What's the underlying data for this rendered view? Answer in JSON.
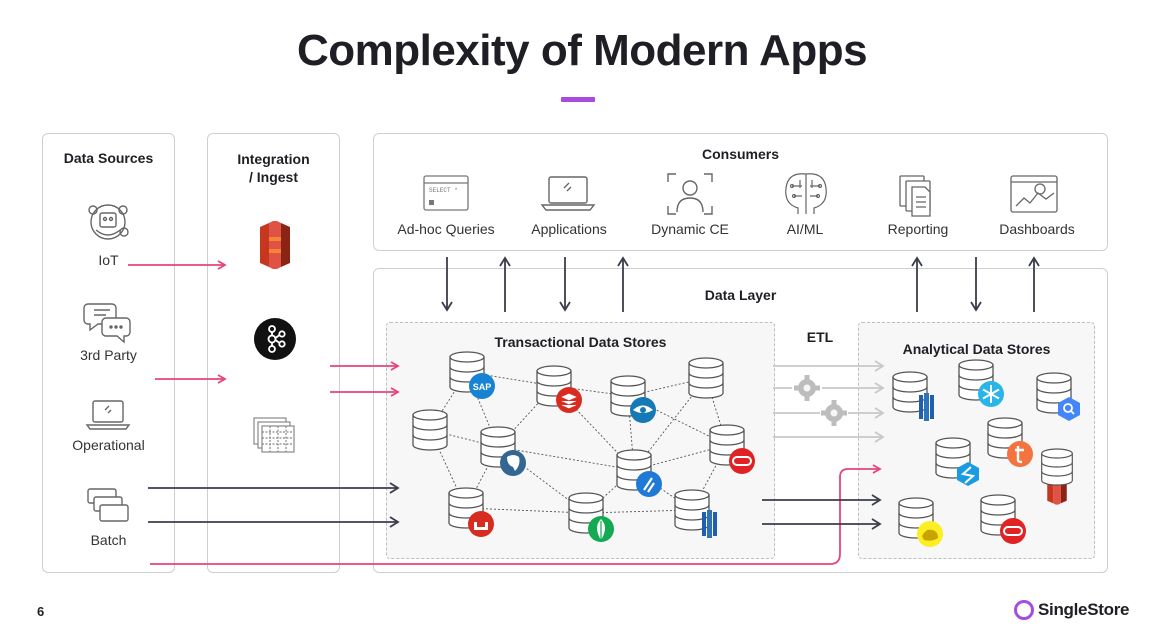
{
  "title": "Complexity of Modern Apps",
  "page_number": "6",
  "brand": {
    "name": "SingleStore",
    "accent": "#a64ce0"
  },
  "colors": {
    "pink_arrow": "#e8437e",
    "dark_arrow": "#3b3d4a",
    "gray_arrow": "#c8c8c8",
    "panel_border": "#cfcfcf"
  },
  "data_sources": {
    "header": "Data Sources",
    "items": [
      {
        "label": "IoT",
        "icon": "iot-robot-icon"
      },
      {
        "label": "3rd Party",
        "icon": "chat-bubbles-icon"
      },
      {
        "label": "Operational",
        "icon": "laptop-icon"
      },
      {
        "label": "Batch",
        "icon": "stacked-files-icon"
      }
    ]
  },
  "integration": {
    "header_line1": "Integration",
    "header_line2": "/ Ingest",
    "items": [
      {
        "icon": "aws-s3-icon"
      },
      {
        "icon": "kafka-icon"
      },
      {
        "icon": "table-grid-icon"
      }
    ]
  },
  "consumers": {
    "header": "Consumers",
    "items": [
      {
        "label": "Ad-hoc Queries",
        "icon": "sql-window-icon",
        "icon_text": "SELECT *"
      },
      {
        "label": "Applications",
        "icon": "laptop-icon"
      },
      {
        "label": "Dynamic CE",
        "icon": "person-focus-icon"
      },
      {
        "label": "AI/ML",
        "icon": "brain-circuit-icon"
      },
      {
        "label": "Reporting",
        "icon": "documents-icon"
      },
      {
        "label": "Dashboards",
        "icon": "dashboard-chart-icon"
      }
    ]
  },
  "data_layer": {
    "header": "Data Layer",
    "transactional": {
      "header": "Transactional Data Stores",
      "badge_text": {
        "sap": "SAP"
      }
    },
    "etl": {
      "label": "ETL"
    },
    "analytical": {
      "header": "Analytical Data Stores"
    }
  }
}
